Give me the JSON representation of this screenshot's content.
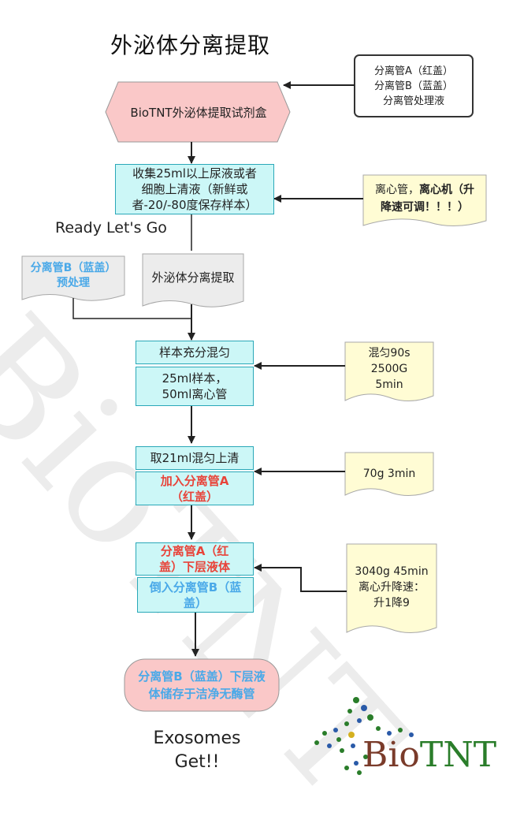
{
  "title": "外泌体分离提取",
  "watermark": "BioTNT",
  "kit": {
    "label": "BioTNT外泌体提取试剂盒"
  },
  "tubes_box": {
    "line1": "分离管A（红盖）",
    "line2": "分离管B（蓝盖）",
    "line3": "分离管处理液"
  },
  "collect_box": {
    "line1": "收集25ml以上尿液或者",
    "line2": "细胞上清液（新鲜或",
    "line3": "者-20/-80度保存样本）"
  },
  "centrifuge_note": {
    "text_a": "离心管，",
    "text_b": "离心机（升",
    "text_c": "降速可调！！！）"
  },
  "ready_text": "Ready Let's Go",
  "pretreat_doc": {
    "line1": "分离管B（蓝盖）",
    "line2": "预处理"
  },
  "extract_doc": {
    "label": "外泌体分离提取"
  },
  "mix_box": {
    "top": "样本充分混匀",
    "bottom_line1": "25ml样本，",
    "bottom_line2": "50ml离心管"
  },
  "mix_note": {
    "line1": "混匀90s",
    "line2": "2500G",
    "line3": "5min"
  },
  "supernatant_box": {
    "top": "取21ml混匀上清",
    "bottom_line1": "加入分离管A",
    "bottom_line2": "（红盖）"
  },
  "spin_note": {
    "line1": "70g 3min"
  },
  "lower_box": {
    "top_line1": "分离管A（红",
    "top_line2": "盖）下层液体",
    "bottom_line1": "倒入分离管B（蓝",
    "bottom_line2": "盖）"
  },
  "spin2_note": {
    "line1": "3040g 45min",
    "line2": "离心升降速：",
    "line3": "升1降9"
  },
  "final_box": {
    "line1": "分离管B（蓝盖）下层液",
    "line2": "体储存于洁净无酶管"
  },
  "exosomes_text": {
    "line1": "Exosomes",
    "line2": "Get!!"
  },
  "logo": {
    "part1": "Bio",
    "part2": "TNT"
  },
  "colors": {
    "cyan_fill": "#ccf7f7",
    "kit_fill": "#fac8c8",
    "note_fill": "#fffcd4",
    "red_text": "#e8443a",
    "blue_text": "#4aa9e8"
  }
}
